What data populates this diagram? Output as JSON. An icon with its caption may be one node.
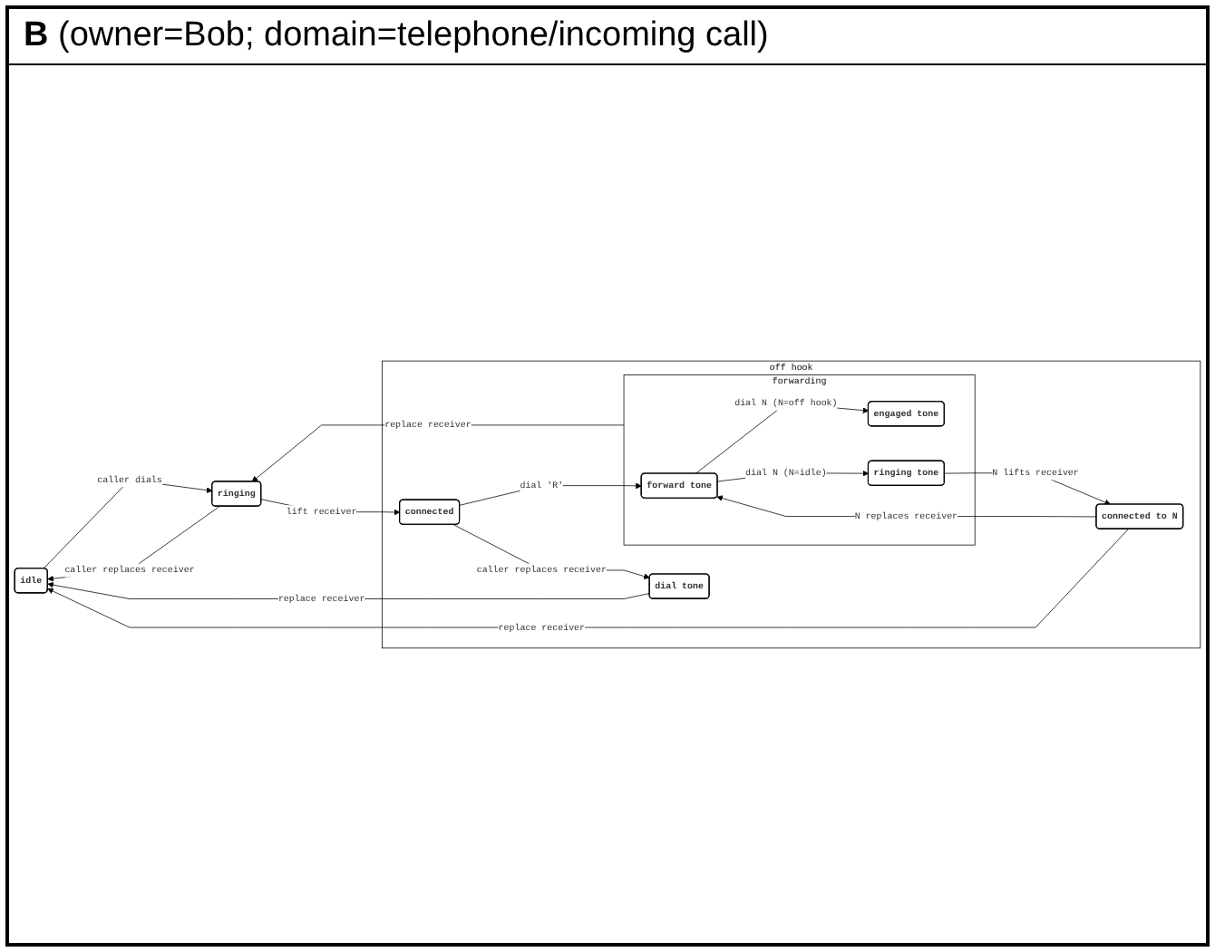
{
  "diagram": {
    "title": "**B** (owner=Bob; domain=telephone/incoming call)",
    "nodes": [
      {
        "text": [
          "idle"
        ]
      },
      {
        "text": [
          "ringing"
        ]
      },
      {
        "text": [
          "off hook"
        ]
      },
      {
        "text": [
          "connected"
        ],
        "in": 2
      },
      {
        "text": [
          "dial tone"
        ],
        "in": 2
      },
      {
        "text": [
          "forwarding"
        ],
        "in": 2
      },
      {
        "text": [
          "engaged tone"
        ],
        "in": 5
      },
      {
        "text": [
          "forward tone"
        ],
        "in": 5
      },
      {
        "text": [
          "ringing tone"
        ],
        "in": 5
      },
      {
        "text": [
          "connected to N"
        ],
        "in": 2
      }
    ],
    "edges": [
      {
        "from": 0,
        "to": 1,
        "arrow": "to",
        "label": "caller dials"
      },
      {
        "from": 1,
        "to": 0,
        "arrow": "to",
        "label": "caller replaces receiver"
      },
      {
        "from": 1,
        "to": 3,
        "arrow": "to",
        "label": "lift receiver"
      },
      {
        "from": 5,
        "to": 1,
        "arrow": "to",
        "label": "replace receiver"
      },
      {
        "from": 3,
        "to": 7,
        "arrow": "to",
        "label": "dial 'R'"
      },
      {
        "from": 3,
        "to": 4,
        "arrow": "to",
        "label": "caller replaces receiver"
      },
      {
        "from": 4,
        "to": 0,
        "arrow": "to",
        "label": "replace receiver"
      },
      {
        "from": 7,
        "to": 6,
        "arrow": "to",
        "label": "dial N (N=off hook)"
      },
      {
        "from": 7,
        "to": 8,
        "arrow": "to",
        "label": "dial N (N=idle)"
      },
      {
        "from": 8,
        "to": 9,
        "arrow": "to",
        "label": "N lifts receiver"
      },
      {
        "from": 9,
        "to": 7,
        "arrow": "to",
        "label": "N replaces receiver"
      },
      {
        "from": 9,
        "to": 0,
        "arrow": "to",
        "label": "replace receiver"
      }
    ]
  }
}
